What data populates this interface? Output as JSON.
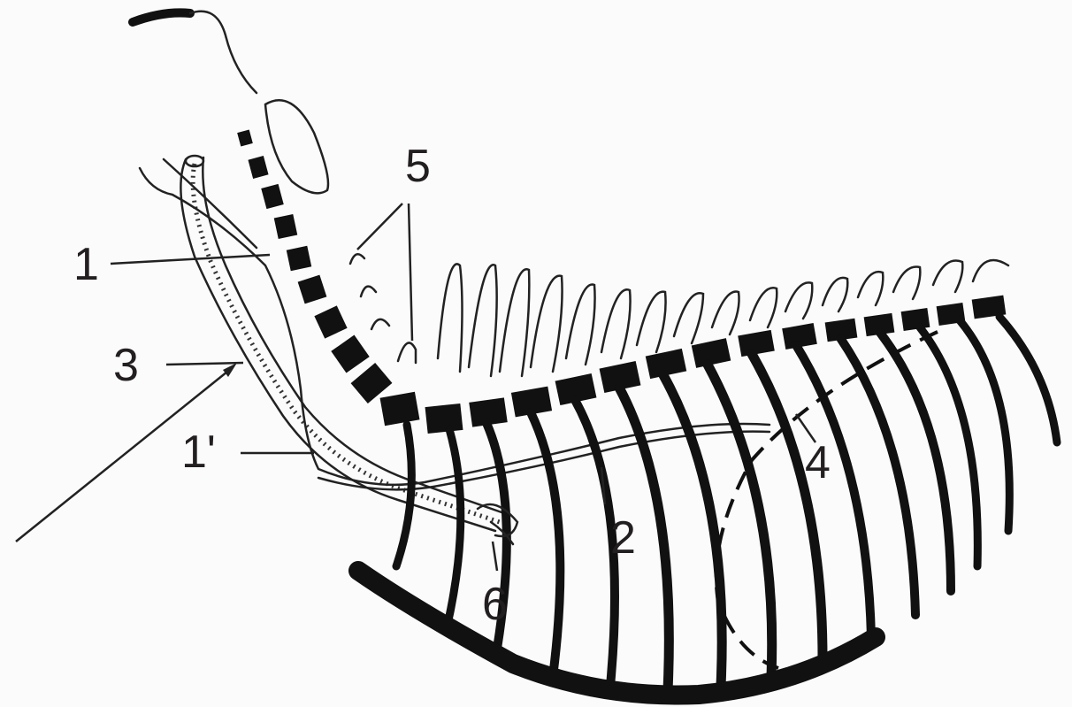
{
  "labels": {
    "l1": "1",
    "l1p": "1'",
    "l2": "2",
    "l3": "3",
    "l4": "4",
    "l5": "5",
    "l6": "6"
  },
  "colors": {
    "ink": "#111111",
    "background": "#fbfbfb"
  }
}
